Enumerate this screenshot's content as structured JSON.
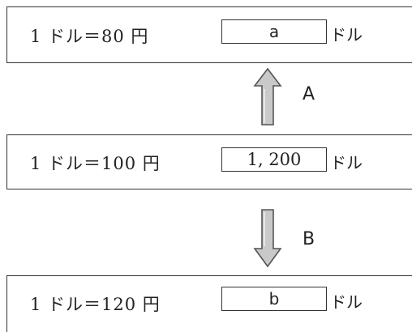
{
  "rows": {
    "top": {
      "rate": "1 ドル＝80 円",
      "answer": "a",
      "unit": "ドル"
    },
    "middle": {
      "rate": "1 ドル＝100 円",
      "answer": "1, 200",
      "unit": "ドル"
    },
    "bottom": {
      "rate": "1 ドル＝120 円",
      "answer": "b",
      "unit": "ドル"
    }
  },
  "arrows": {
    "up": {
      "label": "A",
      "direction": "up"
    },
    "down": {
      "label": "B",
      "direction": "down"
    }
  },
  "colors": {
    "arrow_fill": "#c9c9c9",
    "arrow_stroke": "#555555",
    "border": "#333333"
  }
}
